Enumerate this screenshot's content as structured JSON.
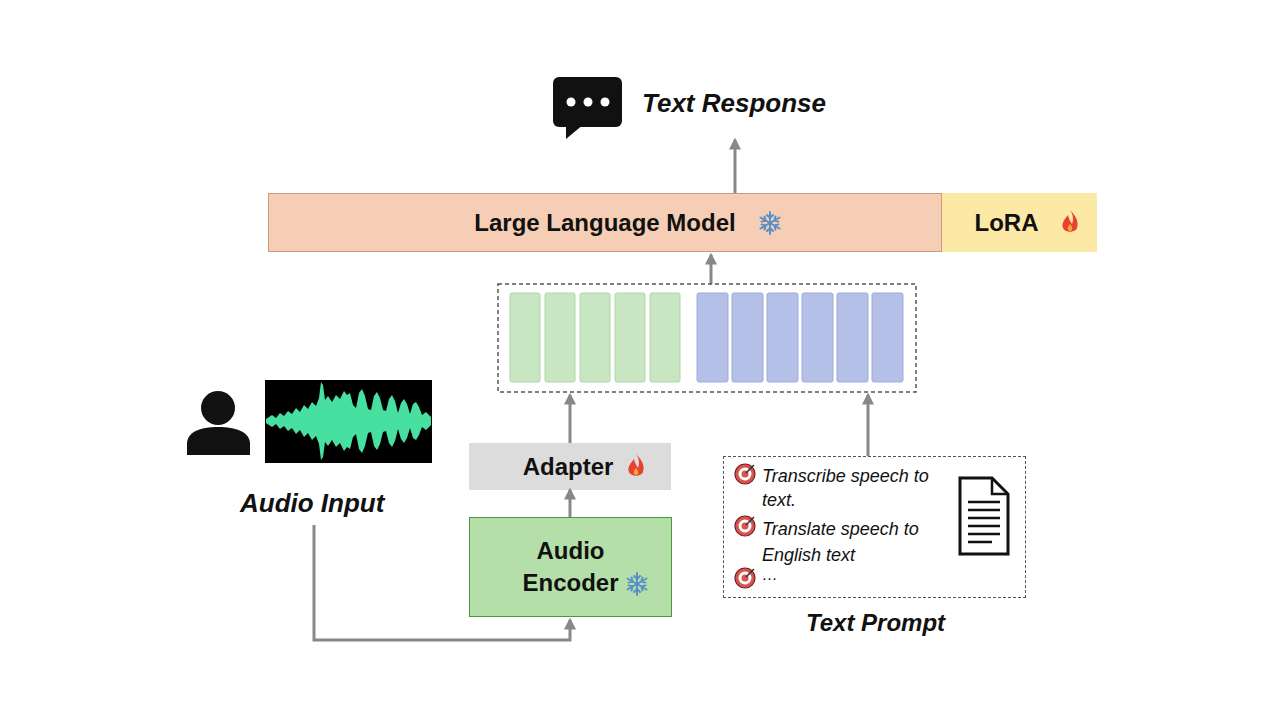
{
  "diagram": {
    "nodes": [
      {
        "text": [
          "Large Language Model"
        ]
      },
      {
        "text": [
          "LoRA"
        ]
      },
      {
        "text": [
          "Adapter"
        ]
      },
      {
        "text": [
          "Audio Encoder"
        ]
      },
      {
        "text": [
          "Transcribe speech to text.",
          "Translate speech to English text",
          "…",
          "Text Prompt"
        ]
      }
    ],
    "edges": [
      {
        "from": 3,
        "to": 2,
        "arrow": "to"
      }
    ],
    "labels": [
      "Text Response",
      "Audio Input"
    ]
  }
}
